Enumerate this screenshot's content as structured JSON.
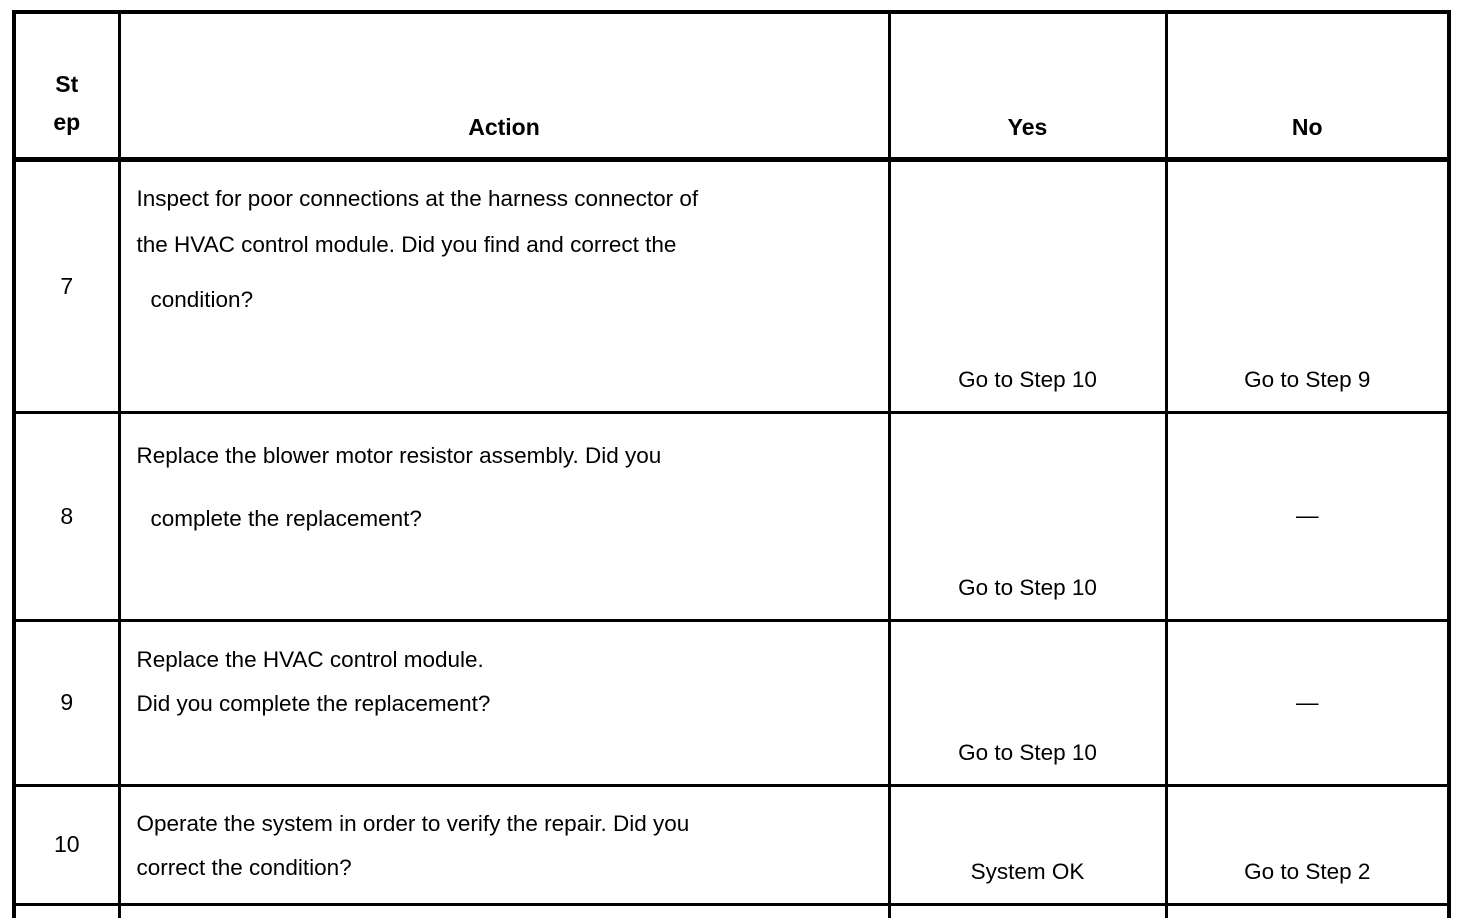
{
  "colors": {
    "text": "#000000",
    "background": "#ffffff",
    "border": "#000000"
  },
  "table": {
    "header": {
      "step_line1": "St",
      "step_line2": "ep",
      "action": "Action",
      "yes": "Yes",
      "no": "No"
    },
    "rows": [
      {
        "step": "7",
        "action_lines": [
          "Inspect for poor connections at the harness connector of",
          "the HVAC control module. Did you find and correct the",
          "condition?"
        ],
        "yes": "Go to Step 10",
        "no": "Go to Step 9"
      },
      {
        "step": "8",
        "action_lines": [
          "Replace the blower motor resistor assembly. Did you",
          "complete the replacement?"
        ],
        "yes": "Go to Step 10",
        "no": "—"
      },
      {
        "step": "9",
        "action_lines": [
          "Replace the HVAC control module.",
          "Did you complete the replacement?"
        ],
        "yes": "Go to Step 10",
        "no": "—"
      },
      {
        "step": "10",
        "action_lines": [
          "Operate the system in order to verify the repair. Did you",
          "correct the condition?"
        ],
        "yes": "System OK",
        "no": "Go to Step 2"
      }
    ]
  }
}
